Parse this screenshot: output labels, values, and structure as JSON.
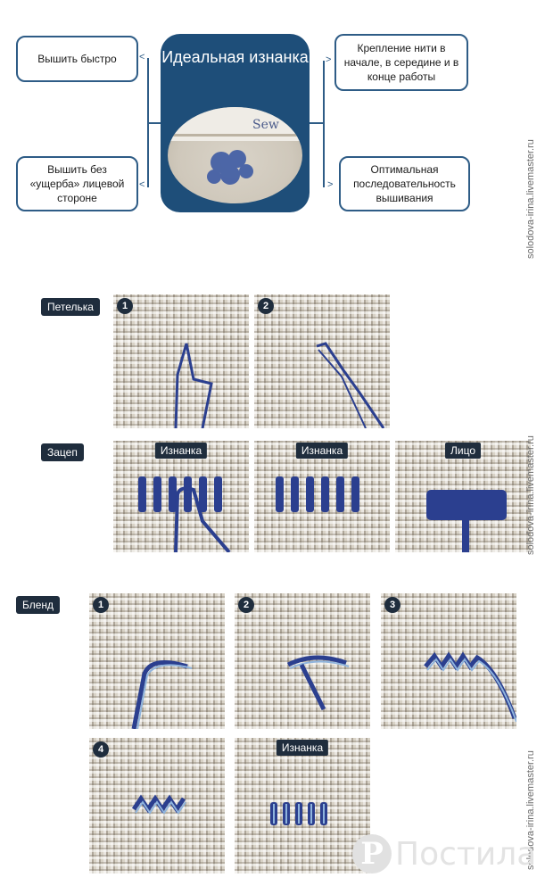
{
  "diagram": {
    "center_title": "Идеальная изнанка",
    "left_top": "Вышить быстро",
    "left_bottom": "Вышить без «ущерба» лицевой стороне",
    "right_top": "Крепление нити в начале, в середине и в конце работы",
    "right_bottom": "Оптимальная последовательность вышивания"
  },
  "sections": {
    "loop_label": "Петелька",
    "hook_label": "Зацеп",
    "blend_label": "Бленд"
  },
  "photos": {
    "loop_1": "1",
    "loop_2": "2",
    "hook_1": "Изнанка",
    "hook_2": "Изнанка",
    "hook_3": "Лицо",
    "blend_1": "1",
    "blend_2": "2",
    "blend_3": "3",
    "blend_4": "4",
    "blend_5": "Изнанка"
  },
  "watermark": "solodova-irina.livemaster.ru",
  "pin_logo": "P",
  "pin_text": "Постила",
  "colors": {
    "accent": "#1e4e79",
    "thread": "#2b3f8f",
    "tag_bg": "#1f2d3d"
  }
}
